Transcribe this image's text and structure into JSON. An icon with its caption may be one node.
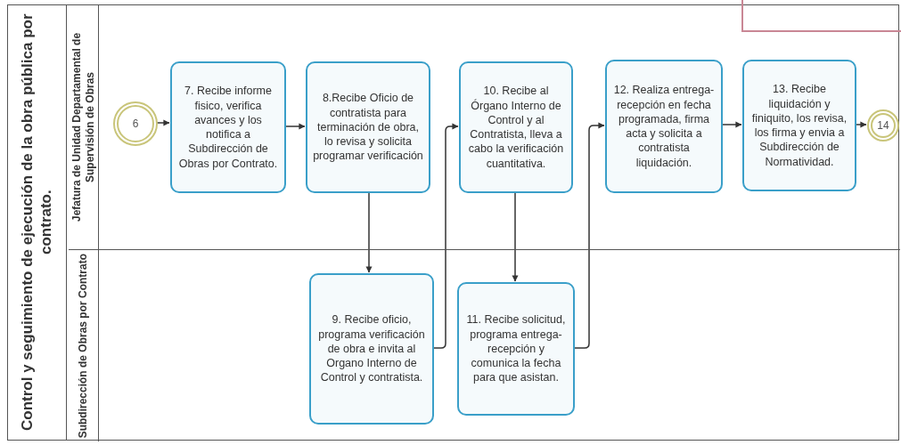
{
  "diagram": {
    "nodes": [
      {
        "text": [
          "Control y seguimiento de ejecución de la obra pública por contrato."
        ]
      },
      {
        "text": [
          "Jefatura de Unidad Departamental de Supervisión de Obras"
        ],
        "in": 0
      },
      {
        "text": [
          "Subdirección de Obras por Contrato"
        ],
        "in": 0
      },
      {
        "text": [
          "6"
        ],
        "in": 1
      },
      {
        "text": [
          "7. Recibe informe fisico, verifica avances y los notifica a Subdirección de Obras por Contrato."
        ],
        "in": 1
      },
      {
        "text": [
          "8.Recibe Oficio de contratista para terminación de obra, lo revisa y solicita programar verificación"
        ],
        "in": 1
      },
      {
        "text": [
          "10. Recibe al Órgano Interno de Control y al Contratista, lleva a cabo la verificación cuantitativa."
        ],
        "in": 1
      },
      {
        "text": [
          "12. Realiza entrega-recepción en fecha programada, firma acta y solicita a contratista liquidación."
        ],
        "in": 1
      },
      {
        "text": [
          "13. Recibe liquidación y finiquito, los revisa, los firma y envia a Subdirección de Normatividad."
        ],
        "in": 1
      },
      {
        "text": [
          "14"
        ],
        "in": 1
      },
      {
        "text": [
          "9. Recibe oficio, programa verificación de obra e invita al Organo Interno de Control y contratista."
        ],
        "in": 2
      },
      {
        "text": [
          "11. Recibe solicitud, programa entrega-recepción y comunica la fecha para que asistan."
        ],
        "in": 2
      }
    ],
    "edges": [
      {
        "from": 3,
        "to": 4,
        "arrow": "to"
      },
      {
        "from": 4,
        "to": 5,
        "arrow": "to"
      },
      {
        "from": 5,
        "to": 10,
        "arrow": "to"
      },
      {
        "from": 10,
        "to": 6,
        "arrow": "to"
      },
      {
        "from": 6,
        "to": 11,
        "arrow": "to"
      },
      {
        "from": 11,
        "to": 7,
        "arrow": "to"
      },
      {
        "from": 7,
        "to": 8,
        "arrow": "to"
      },
      {
        "from": 8,
        "to": 9,
        "arrow": "to"
      }
    ]
  }
}
